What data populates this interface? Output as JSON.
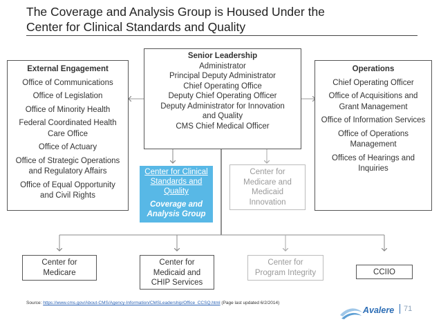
{
  "title": {
    "line1": "The Coverage and Analysis Group is Housed Under the",
    "line2": "Center for Clinical Standards and Quality"
  },
  "senior_leadership": {
    "header": "Senior Leadership",
    "items": [
      "Administrator",
      "Principal Deputy Administrator",
      "Chief Operating Office",
      "Deputy Chief Operating Officer",
      "Deputy Administrator for Innovation",
      "and Quality",
      "CMS Chief Medical Officer"
    ]
  },
  "external_engagement": {
    "header": "External Engagement",
    "items": [
      "Office of Communications",
      "Office of Legislation",
      "Office of Minority Health",
      "Federal Coordinated Health",
      "Care Office",
      "Office of Actuary",
      "Office of Strategic Operations",
      "and Regulatory Affairs",
      "Office of Equal Opportunity",
      "and Civil Rights"
    ]
  },
  "operations": {
    "header": "Operations",
    "items": [
      "Chief Operating Officer",
      "Office of Acquisitions and",
      "Grant Management",
      "Office of Information Services",
      "Office of Operations",
      "Management",
      "Offices of Hearings and",
      "Inquiries"
    ]
  },
  "ccsq": {
    "line1": "Center for Clinical",
    "line2": "Standards and",
    "line3": "Quality",
    "group1": "Coverage and",
    "group2": "Analysis Group"
  },
  "cmmi": {
    "lines": [
      "Center for",
      "Medicare and",
      "Medicaid",
      "Innovation"
    ]
  },
  "bottom": {
    "medicare": [
      "Center for",
      "Medicare"
    ],
    "medicaid": [
      "Center for",
      "Medicaid and",
      "CHIP Services"
    ],
    "integrity": [
      "Center for",
      "Program Integrity"
    ],
    "cciio": "CCIIO"
  },
  "source": {
    "prefix": "Source: ",
    "url": "https://www.cms.gov/About-CMS/Agency-Information/CMSLeadership/Office_CCSQ.html",
    "suffix": " (Page last updated 6/2/2014)"
  },
  "footer": {
    "brand": "Avalere",
    "page": "71"
  },
  "colors": {
    "accent_blue": "#58b8e6",
    "brand_blue": "#2c6db5",
    "faded_gray": "#9a9a9a"
  }
}
